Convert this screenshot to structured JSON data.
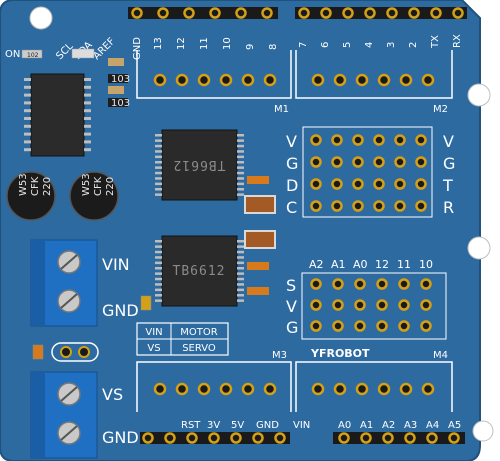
{
  "board": {
    "brand": "YFROBOT",
    "colors": {
      "pcb": "#2d6aa0",
      "silkscreen": "#ffffff",
      "terminal": "#1f6fc2",
      "header": "#1a1a1a",
      "pad": "#d4a017"
    }
  },
  "top_labels": {
    "on": "ON",
    "scl": "SCL",
    "sda": "SDA",
    "aref": "AREF",
    "gnd": "GND",
    "pins_left": [
      "13",
      "12",
      "11",
      "10",
      "9",
      "8"
    ],
    "pins_right": [
      "7",
      "6",
      "5",
      "4",
      "3",
      "2",
      "TX",
      "RX"
    ]
  },
  "motor_ports": {
    "m1": "M1",
    "m2": "M2",
    "m3": "M3",
    "m4": "M4"
  },
  "chips": {
    "upper": "TB6612",
    "lower": "TB6612"
  },
  "resistors": {
    "r1": "102",
    "r2": "103",
    "r3": "103"
  },
  "capacitors": [
    {
      "line1": "220",
      "line2": "CFK",
      "line3": "W53"
    },
    {
      "line1": "220",
      "line2": "CFK",
      "line3": "W53"
    }
  ],
  "pin_grid_labels": {
    "left": [
      "V",
      "G",
      "D",
      "C"
    ],
    "right": [
      "V",
      "G",
      "T",
      "R"
    ]
  },
  "analog_header": {
    "top_labels": [
      "A2",
      "A1",
      "A0",
      "12",
      "11",
      "10"
    ],
    "row_labels": [
      "S",
      "V",
      "G"
    ]
  },
  "power_table": {
    "r1c1": "VIN",
    "r1c2": "MOTOR",
    "r2c1": "VS",
    "r2c2": "SERVO"
  },
  "terminals": {
    "upper": {
      "top": "VIN",
      "bottom": "GND"
    },
    "lower": {
      "top": "VS",
      "bottom": "GND"
    }
  },
  "bottom_labels": {
    "power": [
      "RST",
      "3V",
      "5V",
      "GND",
      "VIN"
    ],
    "analog": [
      "A0",
      "A1",
      "A2",
      "A3",
      "A4",
      "A5"
    ]
  }
}
